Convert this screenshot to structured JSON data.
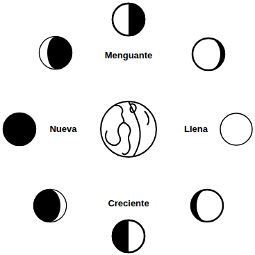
{
  "diagram": {
    "labels": [
      "Menguante",
      "Nueva",
      "Llena",
      "Creciente"
    ]
  }
}
